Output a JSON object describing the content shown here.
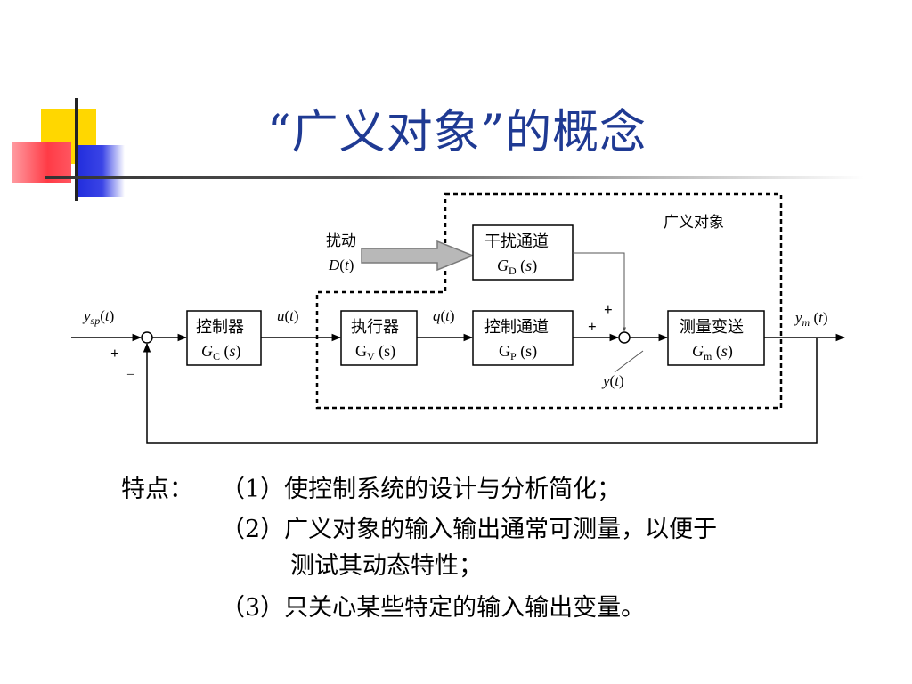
{
  "slide": {
    "title": "“广义对象”的概念"
  },
  "diagram": {
    "generalized_object_label": "广义对象",
    "disturbance_label": "扰动",
    "disturbance_symbol": "D(t)",
    "setpoint_signal": "y_sp(t)",
    "control_signal": "u(t)",
    "manipulated_signal": "q(t)",
    "output_signal": "y(t)",
    "measured_signal": "y_m (t)",
    "plus_sign": "+",
    "minus_sign": "–",
    "blocks": {
      "controller": {
        "name": "控制器",
        "tf": "GC (s)"
      },
      "actuator": {
        "name": "执行器",
        "tf": "GV (s)"
      },
      "control_channel": {
        "name": "控制通道",
        "tf": "GP (s)"
      },
      "disturbance_channel": {
        "name": "干扰通道",
        "tf": "GD (s)"
      },
      "measurement": {
        "name": "测量变送",
        "tf": "Gm (s)"
      }
    }
  },
  "notes": {
    "prefix": "特点：",
    "item1": "（1）使控制系统的设计与分析简化；",
    "item2_line1": "（2）广义对象的输入输出通常可测量，以便于",
    "item2_line2": "测试其动态特性；",
    "item3": "（3）只关心某些特定的输入输出变量。"
  }
}
